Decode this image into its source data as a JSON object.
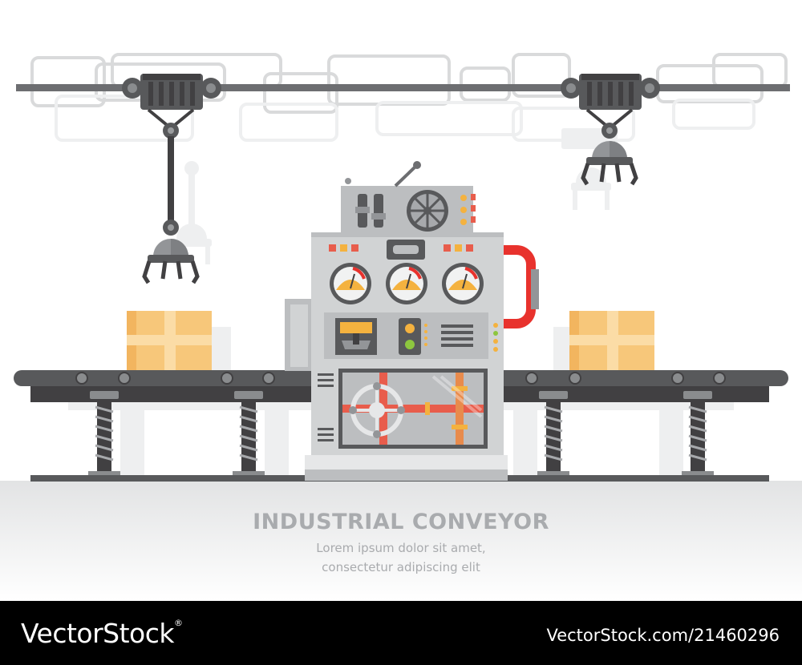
{
  "title": "INDUSTRIAL CONVEYOR",
  "subtitle_line1": "Lorem ipsum dolor sit amet,",
  "subtitle_line2": "consectetur adipiscing elit",
  "footer": {
    "brand": "VectorStock",
    "brand_mark": "®",
    "image_ref": "VectorStock.com/21460296"
  },
  "colors": {
    "rail": "#6d6e71",
    "machine_body": "#d1d3d4",
    "machine_dark": "#414042",
    "box": "#f7c77a",
    "pipe": "#e85d4c",
    "gauge_fill": "#f4b23f",
    "handle": "#e8322d",
    "floor": "#e6e7e8"
  },
  "icons": [
    "robotic-claw-icon",
    "cardboard-box-icon",
    "control-panel-icon",
    "gauge-icon",
    "valve-wheel-icon",
    "fan-icon"
  ]
}
